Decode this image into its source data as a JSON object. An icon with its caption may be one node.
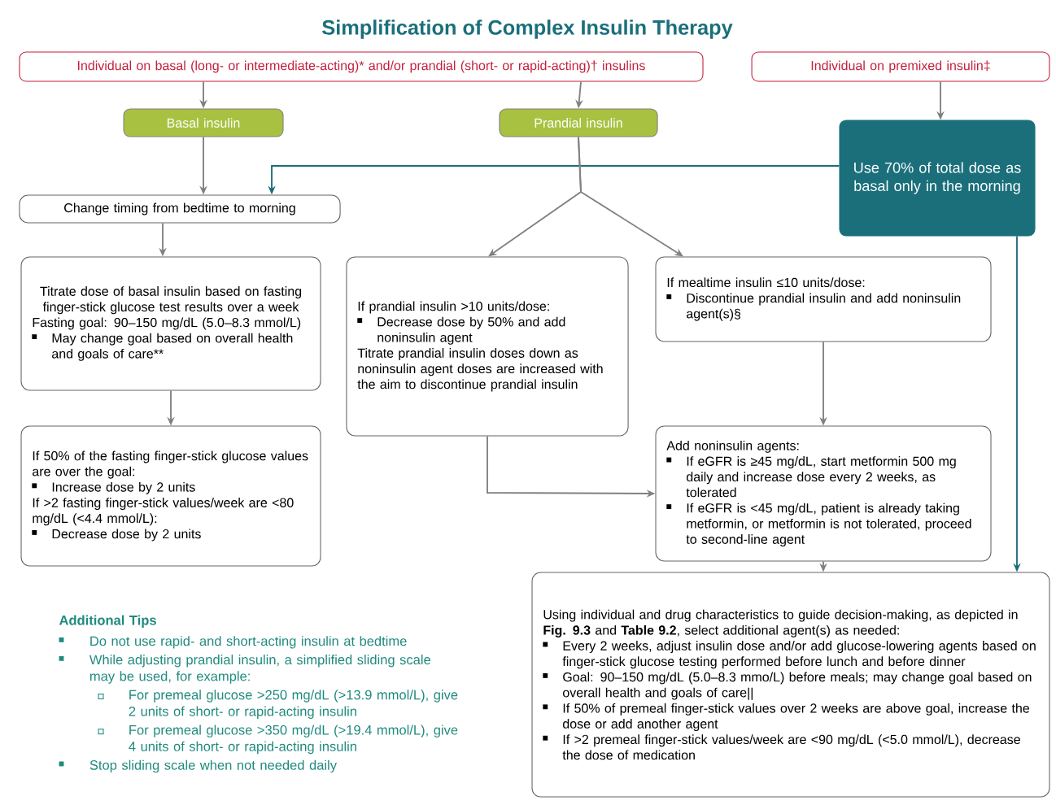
{
  "diagram": {
    "title": "Simplification of Complex Insulin Therapy",
    "nodes": [
      {
        "text": [
          "Individual on basal (long- or intermediate-acting)* and/or prandial (short- or rapid-acting)† insulins"
        ]
      },
      {
        "text": [
          "Individual on premixed insulin‡"
        ]
      },
      {
        "text": [
          "Basal insulin"
        ]
      },
      {
        "text": [
          "Prandial insulin"
        ]
      },
      {
        "text": [
          "Use 70% of total dose as basal only in the morning"
        ]
      },
      {
        "text": [
          "Change timing from bedtime to morning"
        ]
      },
      {
        "text": [
          "Titrate dose of basal insulin based on fasting finger-stick glucose test results over a week",
          "Fasting goal: 90–150 mg/dL (5.0–8.3 mmol/L)",
          "May change goal based on overall health and goals of care**"
        ]
      },
      {
        "text": [
          "If 50% of the fasting finger-stick glucose values are over the goal:",
          "Increase dose by 2 units",
          "If >2 fasting finger-stick values/week are <80 mg/dL (<4.4 mmol/L):",
          "Decrease dose by 2 units"
        ]
      },
      {
        "text": [
          "If prandial insulin >10 units/dose:",
          "Decrease dose by 50% and add noninsulin agent",
          "Titrate prandial insulin doses down as noninsulin agent doses are increased with the aim to discontinue prandial insulin"
        ]
      },
      {
        "text": [
          "If mealtime insulin ≤10 units/dose:",
          "Discontinue prandial insulin and add noninsulin agent(s)§"
        ]
      },
      {
        "text": [
          "Add noninsulin agents:",
          "If eGFR is ≥45 mg/dL, start metformin 500 mg daily and increase dose every 2 weeks, as tolerated",
          "If eGFR is <45 mg/dL, patient is already taking metformin, or metformin is not tolerated, proceed to second-line agent"
        ]
      },
      {
        "text": [
          "Using individual and drug characteristics to guide decision-making, as depicted in **Fig. 9.3** and **Table 9.2**, select additional agent(s) as needed:",
          "Every 2 weeks, adjust insulin dose and/or add glucose-lowering agents based on finger-stick glucose testing performed before lunch and before dinner",
          "Goal: 90–150 mg/dL (5.0–8.3 mmo/L) before meals; may change goal based on overall health and goals of care||",
          "If 50% of premeal finger-stick values over 2 weeks are above goal, increase the dose or add another agent",
          "If >2 premeal finger-stick values/week are <90 mg/dL (<5.0 mmol/L), decrease the dose of medication"
        ]
      }
    ],
    "edges": [
      {
        "from": 0,
        "to": 2,
        "arrow": "to"
      },
      {
        "from": 0,
        "to": 3,
        "arrow": "to"
      },
      {
        "from": 1,
        "to": 4,
        "arrow": "to"
      },
      {
        "from": 2,
        "to": 5,
        "arrow": "to"
      },
      {
        "from": 4,
        "to": 5,
        "arrow": "to",
        "color": "#1a6e78"
      },
      {
        "from": 3,
        "to": 8,
        "arrow": "to"
      },
      {
        "from": 3,
        "to": 9,
        "arrow": "to"
      },
      {
        "from": 5,
        "to": 6,
        "arrow": "to"
      },
      {
        "from": 6,
        "to": 7,
        "arrow": "to"
      },
      {
        "from": 8,
        "to": 10,
        "arrow": "to"
      },
      {
        "from": 9,
        "to": 10,
        "arrow": "to"
      },
      {
        "from": 10,
        "to": 11,
        "arrow": "to"
      },
      {
        "from": 4,
        "to": 11,
        "arrow": "to",
        "color": "#1a6e78"
      }
    ],
    "labels": [
      "Additional Tips",
      "Do not use rapid- and short-acting insulin at bedtime",
      "While adjusting prandial insulin, a simplified sliding scale may be used, for example:",
      "For premeal glucose >250 mg/dL (>13.9 mmol/L), give 2 units of short- or rapid-acting insulin",
      "For premeal glucose >350 mg/dL (>19.4 mmol/L), give 4 units of short- or rapid-acting insulin",
      "Stop sliding scale when not needed daily"
    ]
  }
}
